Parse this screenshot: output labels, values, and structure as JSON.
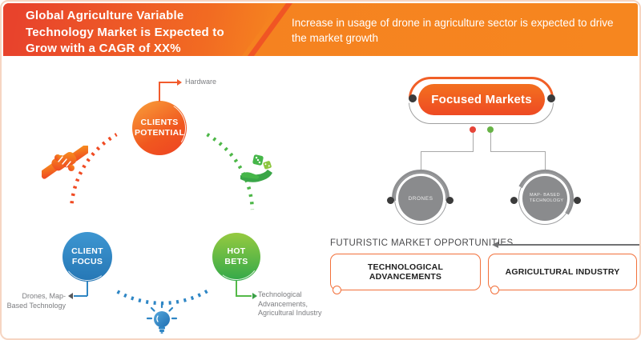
{
  "header": {
    "title": "Global Agriculture Variable Technology Market is Expected to Grow with a CAGR of XX%",
    "subtitle": "Increase in usage of drone in agriculture sector is expected to drive the market growth"
  },
  "cycle": {
    "nodes": [
      {
        "label": "CLIENTS POTENTIAL",
        "callout": "Hardware"
      },
      {
        "label": "CLIENT FOCUS",
        "callout": "Drones, Map-Based Technology"
      },
      {
        "label": "HOT BETS",
        "callout": "Technological Advancements, Agricultural Industry"
      }
    ],
    "icons": [
      "handshake-icon",
      "money-hand-icon",
      "lightbulb-icon"
    ]
  },
  "focused_markets": {
    "title": "Focused Markets",
    "children": [
      {
        "label": "DRONES"
      },
      {
        "label": "MAP- BASED TECHNOLOGY"
      }
    ]
  },
  "opportunities": {
    "title": "FUTURISTIC MARKET OPPORTUNITIES",
    "items": [
      {
        "label": "TECHNOLOGICAL ADVANCEMENTS"
      },
      {
        "label": "AGRICULTURAL INDUSTRY"
      }
    ]
  },
  "colors": {
    "accent_orange": "#f15a24",
    "accent_red": "#e8432c",
    "accent_blue": "#2e86c5",
    "accent_green": "#44b449",
    "node_gray": "#8a8b8d",
    "border_peach": "#f6d5c2"
  }
}
